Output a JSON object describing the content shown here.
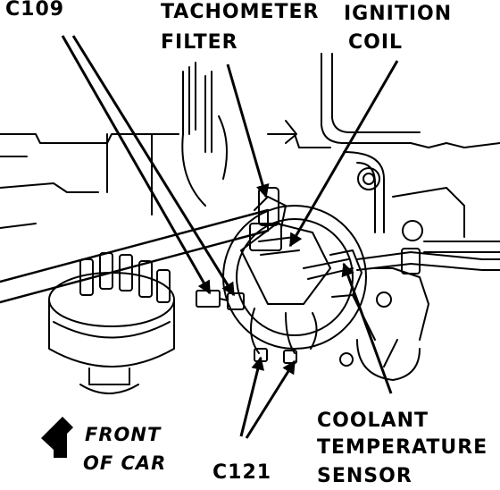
{
  "labels": {
    "c109": "C109",
    "tach_line1": "TACHOMETER",
    "tach_line2": "FILTER",
    "ign_line1": "IGNITION",
    "ign_line2": "COIL",
    "coolant_line1": "COOLANT",
    "coolant_line2": "TEMPERATURE",
    "coolant_line3": "SENSOR",
    "c121": "C121",
    "front_line1": "FRONT",
    "front_line2": "OF CAR"
  },
  "colors": {
    "ink": "#000000",
    "paper": "#ffffff"
  },
  "icons": {
    "front_pointer": "bold-arrow-pointing-front"
  }
}
